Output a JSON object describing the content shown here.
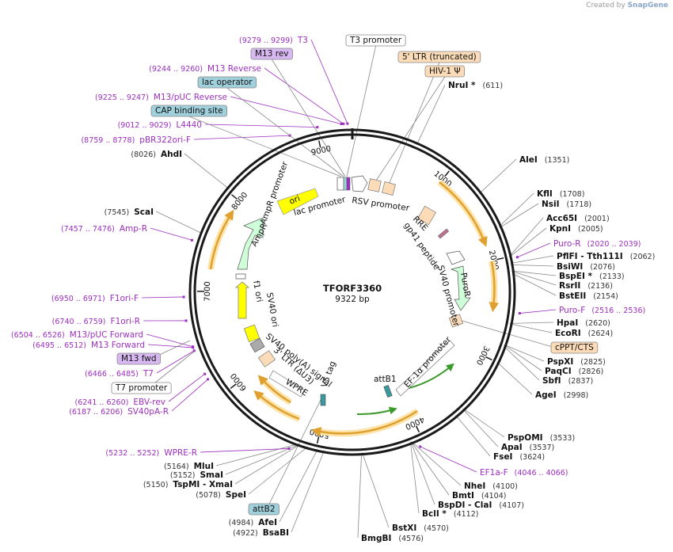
{
  "credit": {
    "prefix": "Created by",
    "brand": "SnapGene"
  },
  "plasmid": {
    "name": "TFORF3360",
    "size": "9322 bp",
    "length": 9322
  },
  "ticks": [
    "1000",
    "2000",
    "3000",
    "4000",
    "5000",
    "6000",
    "7000",
    "8000",
    "9000"
  ],
  "enzymes": [
    {
      "name": "NruI *",
      "coord": "(611)"
    },
    {
      "name": "AleI",
      "coord": "(1351)"
    },
    {
      "name": "KflI",
      "coord": "(1708)"
    },
    {
      "name": "NsiI",
      "coord": "(1718)"
    },
    {
      "name": "Acc65I",
      "coord": "(2001)"
    },
    {
      "name": "KpnI",
      "coord": "(2005)"
    },
    {
      "name": "PflFI - Tth111I",
      "coord": "(2062)"
    },
    {
      "name": "BsiWI",
      "coord": "(2076)"
    },
    {
      "name": "BspEI *",
      "coord": "(2133)"
    },
    {
      "name": "RsrII",
      "coord": "(2136)"
    },
    {
      "name": "BstEII",
      "coord": "(2154)"
    },
    {
      "name": "HpaI",
      "coord": "(2620)"
    },
    {
      "name": "EcoRI",
      "coord": "(2624)"
    },
    {
      "name": "PspXI",
      "coord": "(2825)"
    },
    {
      "name": "PaqCI",
      "coord": "(2826)"
    },
    {
      "name": "SbfI",
      "coord": "(2837)"
    },
    {
      "name": "AgeI",
      "coord": "(2998)"
    },
    {
      "name": "PspOMI",
      "coord": "(3533)"
    },
    {
      "name": "ApaI",
      "coord": "(3537)"
    },
    {
      "name": "FseI",
      "coord": "(3624)"
    },
    {
      "name": "NheI",
      "coord": "(4100)"
    },
    {
      "name": "BmtI",
      "coord": "(4104)"
    },
    {
      "name": "BspDI - ClaI",
      "coord": "(4107)"
    },
    {
      "name": "BclI *",
      "coord": "(4112)"
    },
    {
      "name": "BstXI",
      "coord": "(4570)"
    },
    {
      "name": "BmgBI",
      "coord": "(4576)"
    },
    {
      "name": "BsaBI",
      "coord": "(4922)"
    },
    {
      "name": "AfeI",
      "coord": "(4984)"
    },
    {
      "name": "SpeI",
      "coord": "(5078)"
    },
    {
      "name": "TspMI - XmaI",
      "coord": "(5150)"
    },
    {
      "name": "SmaI",
      "coord": "(5152)"
    },
    {
      "name": "MluI",
      "coord": "(5164)"
    },
    {
      "name": "ScaI",
      "coord": "(7545)"
    },
    {
      "name": "AhdI",
      "coord": "(8026)"
    }
  ],
  "primers": [
    {
      "name": "T3",
      "coord": "(9279 .. 9299)"
    },
    {
      "name": "M13 Reverse",
      "coord": "(9244 .. 9260)"
    },
    {
      "name": "M13/pUC Reverse",
      "coord": "(9225 .. 9247)"
    },
    {
      "name": "L4440",
      "coord": "(9012 .. 9029)"
    },
    {
      "name": "pBR322ori-F",
      "coord": "(8759 .. 8778)"
    },
    {
      "name": "Puro-R",
      "coord": "(2020 .. 2039)"
    },
    {
      "name": "Puro-F",
      "coord": "(2516 .. 2536)"
    },
    {
      "name": "EF1a-F",
      "coord": "(4046 .. 4066)"
    },
    {
      "name": "WPRE-R",
      "coord": "(5232 .. 5252)"
    },
    {
      "name": "SV40pA-R",
      "coord": "(6187 .. 6206)"
    },
    {
      "name": "EBV-rev",
      "coord": "(6241 .. 6260)"
    },
    {
      "name": "T7",
      "coord": "(6466 .. 6485)"
    },
    {
      "name": "M13 Forward",
      "coord": "(6495 .. 6512)"
    },
    {
      "name": "M13/pUC Forward",
      "coord": "(6504 .. 6526)"
    },
    {
      "name": "F1ori-R",
      "coord": "(6740 .. 6759)"
    },
    {
      "name": "F1ori-F",
      "coord": "(6950 .. 6971)"
    },
    {
      "name": "Amp-R",
      "coord": "(7457 .. 7476)"
    }
  ],
  "boxes": [
    {
      "text": "T3 promoter",
      "fill": "#ffffff"
    },
    {
      "text": "M13 rev",
      "fill": "#d7b8f0"
    },
    {
      "text": "lac operator",
      "fill": "#9fd0dc"
    },
    {
      "text": "CAP binding site",
      "fill": "#9fd0dc"
    },
    {
      "text": "5' LTR (truncated)",
      "fill": "#fcdcb8"
    },
    {
      "text": "HIV-1 Ψ",
      "fill": "#fcdcb8"
    },
    {
      "text": "cPPT/CTS",
      "fill": "#fcdcb8"
    },
    {
      "text": "M13 fwd",
      "fill": "#d7b8f0"
    },
    {
      "text": "T7 promoter",
      "fill": "#ffffff"
    },
    {
      "text": "attB2",
      "fill": "#9fd0dc"
    }
  ],
  "features": [
    "ori",
    "lac promoter",
    "RSV promoter",
    "RRE",
    "gp41 peptide",
    "SV40 promoter",
    "PuroR",
    "EF-1α promoter",
    "attB1",
    "V5 tag",
    "WPRE",
    "3' LTR (ΔU3)",
    "SV40 poly(A) signal",
    "SV40 ori",
    "f1 ori",
    "AmpR promoter",
    "AmpR"
  ],
  "colors": {
    "ring": "#1a1a1a",
    "primer": "#9c2fbe",
    "ori": "#ffff00",
    "ampr": "#cfffd8",
    "ltr": "#fcdcb8",
    "orf": "#f0a830",
    "enzyme_line": "#888888",
    "promoter": "#ffffff",
    "puro": "#cfffd8"
  }
}
